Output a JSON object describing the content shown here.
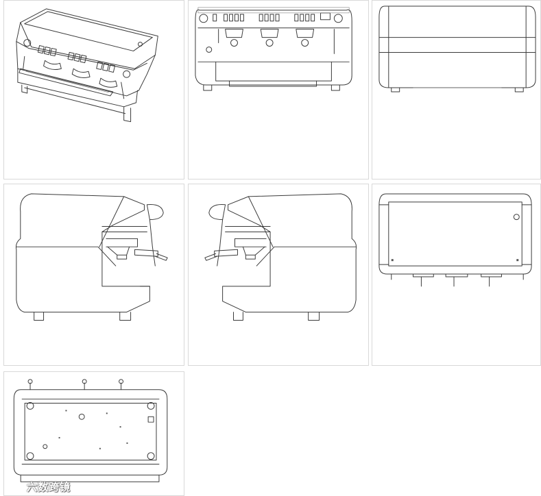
{
  "watermark": {
    "text": "六数跨镜",
    "logo": "k-logo-icon"
  },
  "views": [
    {
      "view": "isometric"
    },
    {
      "view": "front"
    },
    {
      "view": "back"
    },
    {
      "view": "left-side"
    },
    {
      "view": "right-side"
    },
    {
      "view": "top"
    },
    {
      "view": "bottom"
    }
  ],
  "colors": {
    "line": "#3a3a3a",
    "tile_border": "#d8d8d8",
    "background": "#ffffff"
  }
}
